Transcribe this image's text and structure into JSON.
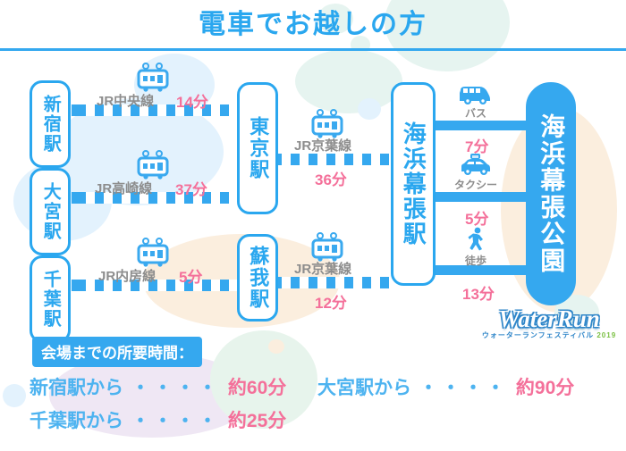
{
  "header": {
    "title": "電車でお越しの方"
  },
  "colors": {
    "primary_blue": "#35a8ef",
    "label_gray": "#8d8d8d",
    "time_pink": "#f4709a",
    "summary_blue": "#4db3f0",
    "white": "#ffffff"
  },
  "stations": {
    "shinjuku": "新宿駅",
    "omiya": "大宮駅",
    "chiba": "千葉駅",
    "tokyo": "東京駅",
    "soga": "蘇我駅",
    "kaihin_makuhari": "海浜幕張駅",
    "destination": "海浜幕張公園"
  },
  "routes": [
    {
      "id": "chuo",
      "icon": "train-icon",
      "line": "JR中央線",
      "time": "14分"
    },
    {
      "id": "takasaki",
      "icon": "train-icon",
      "line": "JR高崎線",
      "time": "37分"
    },
    {
      "id": "uchibo",
      "icon": "train-icon",
      "line": "JR内房線",
      "time": "5分"
    },
    {
      "id": "keiyo_tokyo",
      "icon": "train-icon",
      "line": "JR京葉線",
      "time": "36分"
    },
    {
      "id": "keiyo_soga",
      "icon": "train-icon",
      "line": "JR京葉線",
      "time": "12分"
    }
  ],
  "last_mile": [
    {
      "id": "bus",
      "icon": "bus-icon",
      "label": "バス",
      "time": "7分"
    },
    {
      "id": "taxi",
      "icon": "taxi-icon",
      "label": "タクシー",
      "time": "5分"
    },
    {
      "id": "walk",
      "icon": "walk-icon",
      "label": "徒歩",
      "time": "13分"
    }
  ],
  "summary": {
    "heading": "会場までの所要時間：",
    "dots": "・・・・",
    "rows": [
      {
        "from": "新宿駅から",
        "time": "約60分"
      },
      {
        "from": "大宮駅から",
        "time": "約90分"
      },
      {
        "from": "千葉駅から",
        "time": "約25分"
      }
    ]
  },
  "logo": {
    "main": "WaterRun",
    "sub_text": "ウォーターランフェスティバル",
    "sub_year": "2019"
  }
}
